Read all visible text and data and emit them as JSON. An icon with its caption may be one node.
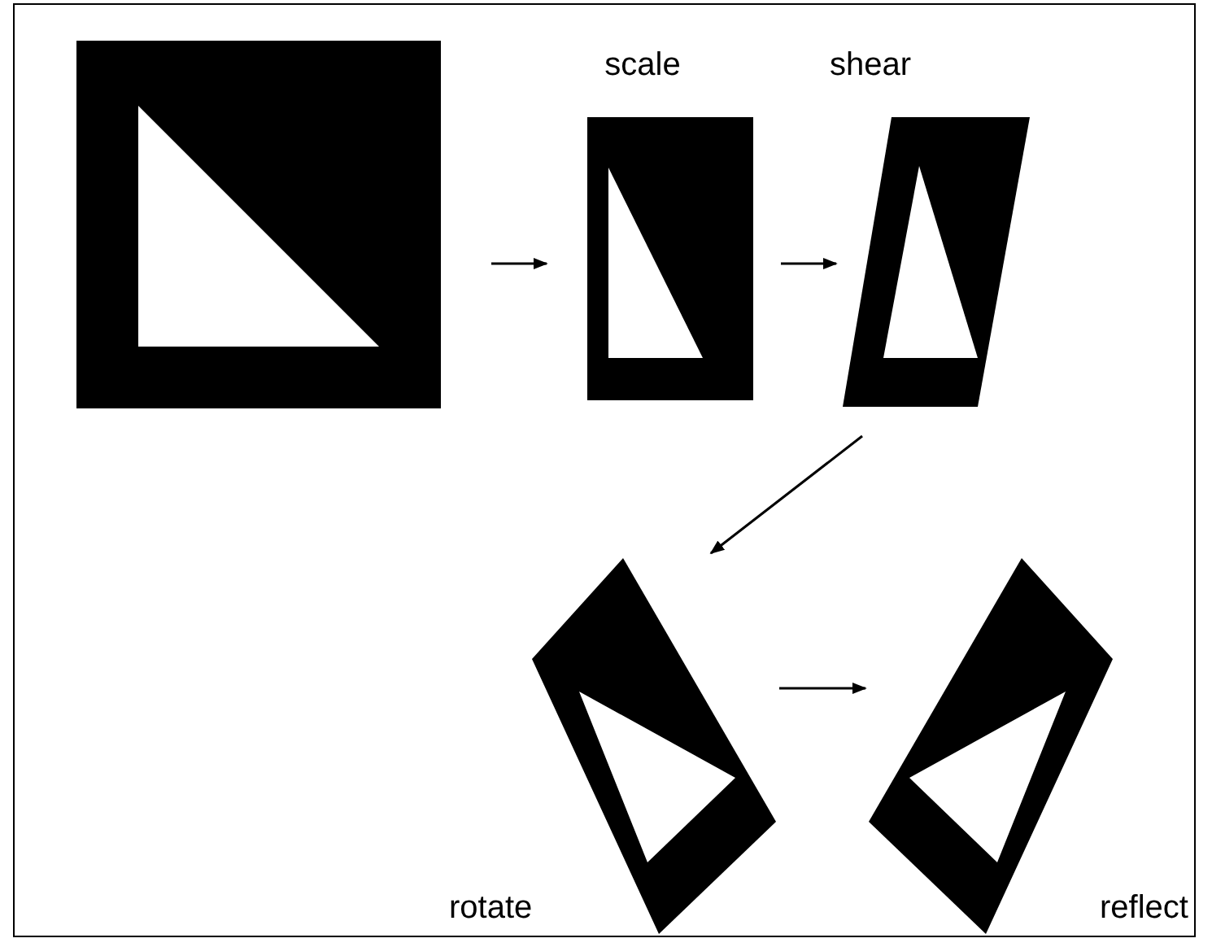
{
  "diagram": {
    "nodes": [
      {
        "text": [],
        "shape": "picture"
      },
      {
        "text": [
          "scale"
        ]
      },
      {
        "text": [
          "shear"
        ]
      },
      {
        "text": [
          "rotate"
        ]
      },
      {
        "text": [
          "reflect"
        ]
      }
    ],
    "edges": [
      {
        "from": 0,
        "to": 1,
        "arrow": "to"
      },
      {
        "from": 1,
        "to": 2,
        "arrow": "to"
      },
      {
        "from": 2,
        "to": 3,
        "arrow": "to"
      },
      {
        "from": 3,
        "to": 4,
        "arrow": "to"
      }
    ]
  }
}
